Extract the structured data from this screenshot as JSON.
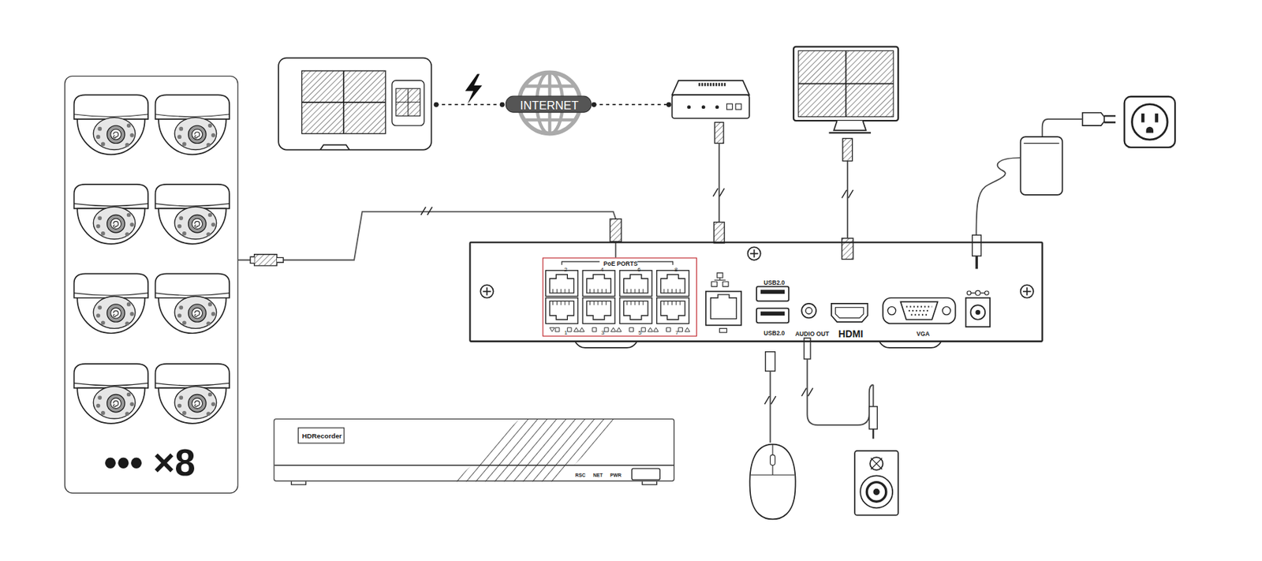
{
  "diagram": {
    "nodes": [
      {
        "text": [
          "••• ×8"
        ]
      },
      {
        "text": [
          "INTERNET"
        ]
      },
      {
        "text": [
          "USB2.0",
          "USB2.0",
          "AUDIO OUT",
          "HDMI",
          "VGA"
        ]
      },
      {
        "text": [
          "PoE PORTS",
          "2",
          "4",
          "6",
          "8",
          "1",
          "3",
          "5",
          "7"
        ],
        "in": 2
      },
      {
        "text": [
          "RSC",
          "NET",
          "PWR"
        ]
      },
      {
        "text": [
          "HDRecorder"
        ],
        "in": 4
      }
    ],
    "edges": [
      {
        "from": 0,
        "to": 3,
        "arrow": "none"
      }
    ]
  }
}
